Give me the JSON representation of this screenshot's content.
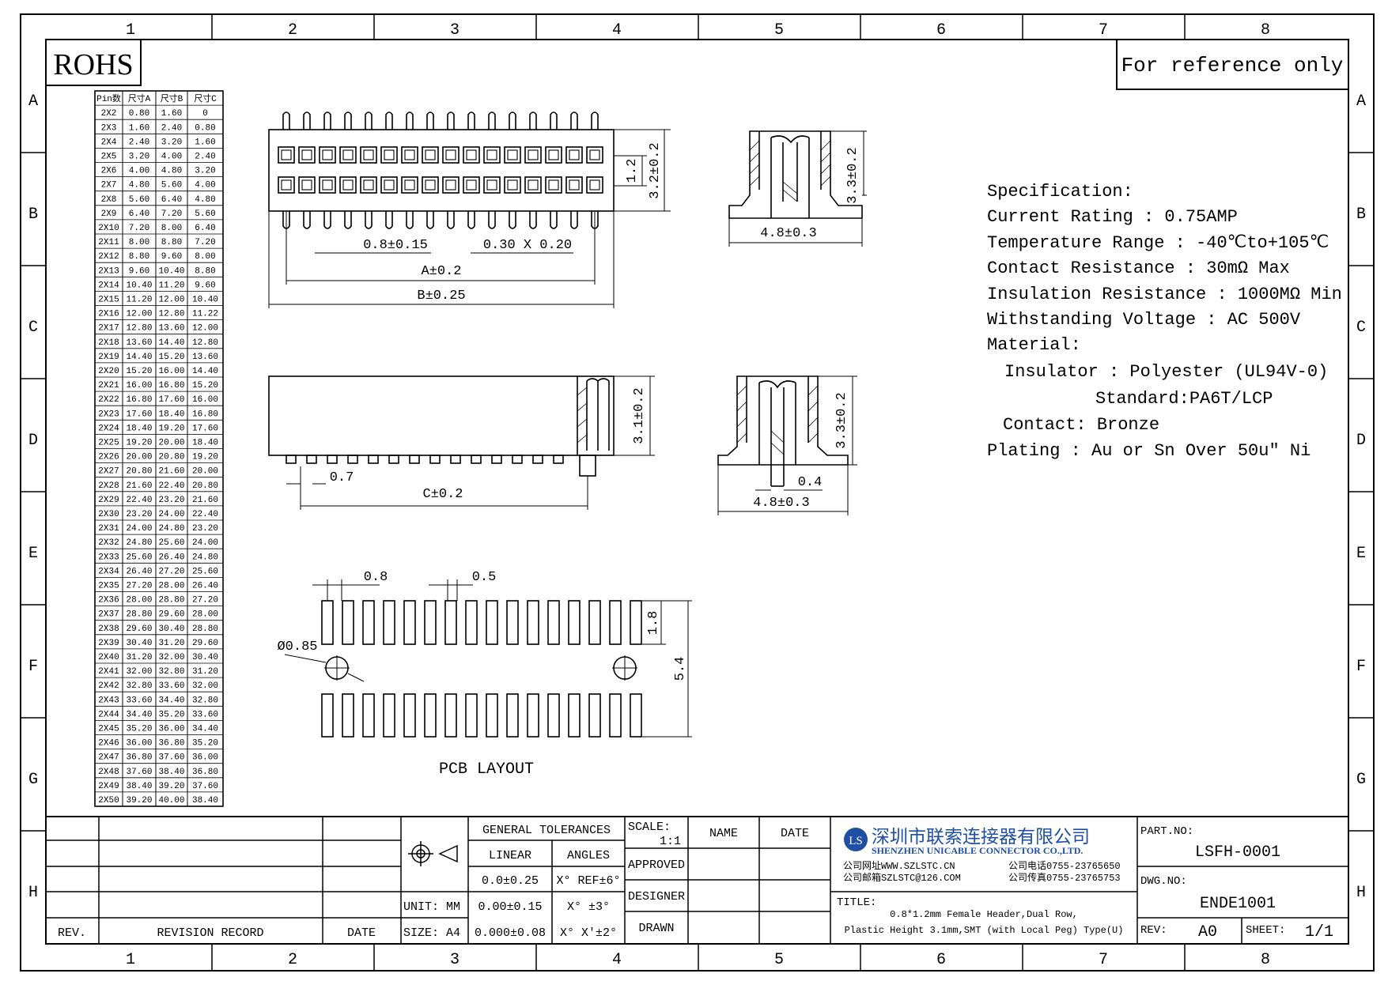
{
  "frame": {
    "cols": [
      "1",
      "2",
      "3",
      "4",
      "5",
      "6",
      "7",
      "8"
    ],
    "rows": [
      "A",
      "B",
      "C",
      "D",
      "E",
      "F",
      "G",
      "H"
    ]
  },
  "rohs_label": "ROHS",
  "reference_note": "For reference only",
  "pin_table": {
    "headers": [
      "Pin数",
      "尺寸A",
      "尺寸B",
      "尺寸C"
    ],
    "rows": [
      [
        "2X2",
        "0.80",
        "1.60",
        "0"
      ],
      [
        "2X3",
        "1.60",
        "2.40",
        "0.80"
      ],
      [
        "2X4",
        "2.40",
        "3.20",
        "1.60"
      ],
      [
        "2X5",
        "3.20",
        "4.00",
        "2.40"
      ],
      [
        "2X6",
        "4.00",
        "4.80",
        "3.20"
      ],
      [
        "2X7",
        "4.80",
        "5.60",
        "4.00"
      ],
      [
        "2X8",
        "5.60",
        "6.40",
        "4.80"
      ],
      [
        "2X9",
        "6.40",
        "7.20",
        "5.60"
      ],
      [
        "2X10",
        "7.20",
        "8.00",
        "6.40"
      ],
      [
        "2X11",
        "8.00",
        "8.80",
        "7.20"
      ],
      [
        "2X12",
        "8.80",
        "9.60",
        "8.00"
      ],
      [
        "2X13",
        "9.60",
        "10.40",
        "8.80"
      ],
      [
        "2X14",
        "10.40",
        "11.20",
        "9.60"
      ],
      [
        "2X15",
        "11.20",
        "12.00",
        "10.40"
      ],
      [
        "2X16",
        "12.00",
        "12.80",
        "11.22"
      ],
      [
        "2X17",
        "12.80",
        "13.60",
        "12.00"
      ],
      [
        "2X18",
        "13.60",
        "14.40",
        "12.80"
      ],
      [
        "2X19",
        "14.40",
        "15.20",
        "13.60"
      ],
      [
        "2X20",
        "15.20",
        "16.00",
        "14.40"
      ],
      [
        "2X21",
        "16.00",
        "16.80",
        "15.20"
      ],
      [
        "2X22",
        "16.80",
        "17.60",
        "16.00"
      ],
      [
        "2X23",
        "17.60",
        "18.40",
        "16.80"
      ],
      [
        "2X24",
        "18.40",
        "19.20",
        "17.60"
      ],
      [
        "2X25",
        "19.20",
        "20.00",
        "18.40"
      ],
      [
        "2X26",
        "20.00",
        "20.80",
        "19.20"
      ],
      [
        "2X27",
        "20.80",
        "21.60",
        "20.00"
      ],
      [
        "2X28",
        "21.60",
        "22.40",
        "20.80"
      ],
      [
        "2X29",
        "22.40",
        "23.20",
        "21.60"
      ],
      [
        "2X30",
        "23.20",
        "24.00",
        "22.40"
      ],
      [
        "2X31",
        "24.00",
        "24.80",
        "23.20"
      ],
      [
        "2X32",
        "24.80",
        "25.60",
        "24.00"
      ],
      [
        "2X33",
        "25.60",
        "26.40",
        "24.80"
      ],
      [
        "2X34",
        "26.40",
        "27.20",
        "25.60"
      ],
      [
        "2X35",
        "27.20",
        "28.00",
        "26.40"
      ],
      [
        "2X36",
        "28.00",
        "28.80",
        "27.20"
      ],
      [
        "2X37",
        "28.80",
        "29.60",
        "28.00"
      ],
      [
        "2X38",
        "29.60",
        "30.40",
        "28.80"
      ],
      [
        "2X39",
        "30.40",
        "31.20",
        "29.60"
      ],
      [
        "2X40",
        "31.20",
        "32.00",
        "30.40"
      ],
      [
        "2X41",
        "32.00",
        "32.80",
        "31.20"
      ],
      [
        "2X42",
        "32.80",
        "33.60",
        "32.00"
      ],
      [
        "2X43",
        "33.60",
        "34.40",
        "32.80"
      ],
      [
        "2X44",
        "34.40",
        "35.20",
        "33.60"
      ],
      [
        "2X45",
        "35.20",
        "36.00",
        "34.40"
      ],
      [
        "2X46",
        "36.00",
        "36.80",
        "35.20"
      ],
      [
        "2X47",
        "36.80",
        "37.60",
        "36.00"
      ],
      [
        "2X48",
        "37.60",
        "38.40",
        "36.80"
      ],
      [
        "2X49",
        "38.40",
        "39.20",
        "37.60"
      ],
      [
        "2X50",
        "39.20",
        "40.00",
        "38.40"
      ]
    ]
  },
  "dims": {
    "height_12": "1.2",
    "height_32": "3.2±0.2",
    "pitch": "0.8±0.15",
    "pin_size": "0.30 X 0.20",
    "dim_a": "A±0.2",
    "dim_b": "B±0.25",
    "end_height_1": "3.3±0.2",
    "end_width_1": "4.8±0.3",
    "side_height": "3.1±0.2",
    "side_07": "0.7",
    "dim_c": "C±0.2",
    "end_height_2": "3.3±0.2",
    "end_04": "0.4",
    "end_width_2": "4.8±0.3",
    "pcb_08": "0.8",
    "pcb_05": "0.5",
    "pcb_18": "1.8",
    "pcb_54": "5.4",
    "pcb_hole": "Ø0.85",
    "pcb_title": "PCB LAYOUT"
  },
  "spec": {
    "heading": "Specification:",
    "current": "Current Rating : 0.75AMP",
    "temperature": "Temperature Range : -40℃to+105℃",
    "contact_res": "Contact Resistance : 30mΩ Max",
    "insulation_res": "Insulation Resistance : 1000MΩ Min",
    "voltage": "Withstanding Voltage : AC 500V",
    "material": "Material:",
    "insulator": "Insulator : Polyester (UL94V-0)",
    "standard": "Standard:PA6T/LCP",
    "contact": "Contact: Bronze",
    "plating": "Plating : Au or Sn Over 50u\" Ni"
  },
  "title_block": {
    "rev_label": "REV.",
    "revision_record": "REVISION RECORD",
    "date_label": "DATE",
    "unit": "UNIT: MM",
    "size": "SIZE: A4",
    "general_tolerances": "GENERAL TOLERANCES",
    "linear": "LINEAR",
    "angles": "ANGLES",
    "tol_1": "0.0±0.25",
    "tol_2": "0.00±0.15",
    "tol_3": "0.000±0.08",
    "ang_1": "X° REF±6°",
    "ang_2": "X° ±3°",
    "ang_3": "X° X'±2°",
    "scale_label": "SCALE:",
    "scale_value": "1:1",
    "name_label": "NAME",
    "date_col": "DATE",
    "approved": "APPROVED",
    "designer": "DESIGNER",
    "drawn": "DRAWN",
    "company_cn": "深圳市联索连接器有限公司",
    "company_en": "SHENZHEN UNICABLE CONNECTOR CO.,LTD.",
    "web": "公司网址WWW.SZLSTC.CN",
    "email": "公司邮箱SZLSTC@126.COM",
    "phone": "公司电话0755-23765650",
    "fax": "公司传真0755-23765753",
    "title_label": "TITLE:",
    "title_line1": "0.8*1.2mm Female Header,Dual Row,",
    "title_line2": "Plastic Height 3.1mm,SMT (with Local Peg) Type(U)",
    "part_no_label": "PART.NO:",
    "part_no": "LSFH-0001",
    "dwg_no_label": "DWG.NO:",
    "dwg_no": "ENDE1001",
    "rev_value_label": "REV:",
    "rev_value": "A0",
    "sheet_label": "SHEET:",
    "sheet_value": "1/1"
  }
}
